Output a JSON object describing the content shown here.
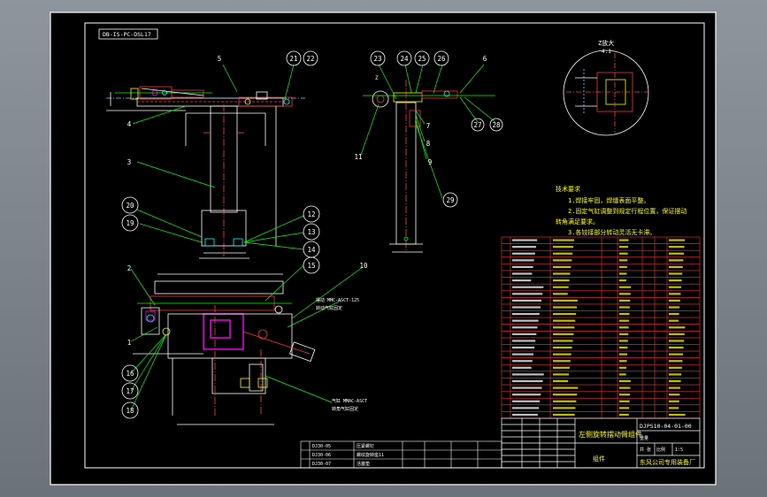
{
  "drawing": {
    "code_box": "DB-IS-PC-DSL17",
    "view_label_z": "Z放大",
    "view_scale_z": "4:1",
    "balloons": {
      "b1": "1",
      "b2": "2",
      "b3": "3",
      "b4": "4",
      "b5": "5",
      "b6": "6",
      "b7": "7",
      "b8": "8",
      "b9": "9",
      "b10": "10",
      "b11": "11",
      "b12": "12",
      "b13": "13",
      "b14": "14",
      "b15": "15",
      "b16": "16",
      "b17": "17",
      "b18": "18",
      "b19": "19",
      "b20": "20",
      "b21": "21",
      "b22": "22",
      "b23": "23",
      "b24": "24",
      "b25": "25",
      "b26": "26",
      "b27": "27",
      "b28": "28",
      "b29": "29"
    },
    "z_mark": "Z",
    "notes": {
      "title": "技术要求",
      "line1": "1.焊接牢固，焊缝表面平整。",
      "line2": "2.固定气缸调整到规定行程位置，保证摆动",
      "line3": "转角满足要求。",
      "line4": "3.各铰接部分转动灵活无卡滞。"
    },
    "annotations": {
      "a1": "摆动 MMC-ASCT-125",
      "a2": "转动气缸固定",
      "a3": "气缸 MMAC-ASCT",
      "a4": "转角气缸固定"
    }
  },
  "title_block": {
    "drawing_title": "左侧旋转摆动臂组件",
    "drawing_number": "DJPS10-04-01-00",
    "company": "东风公司专用装备厂",
    "assembly_label": "组件",
    "scale_label": "比例",
    "scale_value": "1:5",
    "sheet_label": "共 张",
    "weight_label": "重量"
  },
  "revision_rows": [
    {
      "code": "DJ30-05",
      "name": "压紧螺钉"
    },
    {
      "code": "DJ30-06",
      "name": "螺纹旋转座11"
    },
    {
      "code": "DJ30-07",
      "name": "活塞垫"
    }
  ]
}
